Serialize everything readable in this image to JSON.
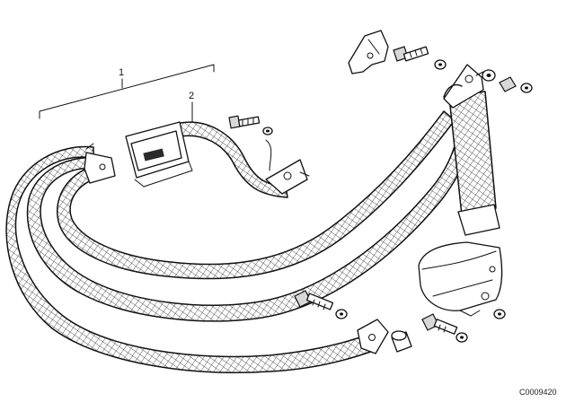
{
  "diagram": {
    "callouts": [
      {
        "id": "1",
        "label": "1"
      },
      {
        "id": "2",
        "label": "2"
      }
    ],
    "reference_number": "C0009420"
  }
}
